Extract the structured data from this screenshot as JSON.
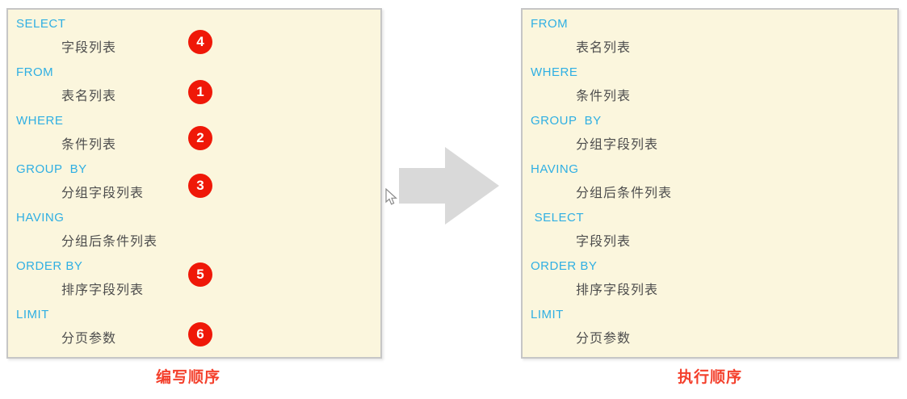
{
  "left_panel": {
    "caption": "编写顺序",
    "items": [
      {
        "keyword": "SELECT",
        "description": "字段列表",
        "badge": "4"
      },
      {
        "keyword": "FROM",
        "description": "表名列表",
        "badge": "1"
      },
      {
        "keyword": "WHERE",
        "description": "条件列表",
        "badge": "2"
      },
      {
        "keyword": "GROUP  BY",
        "description": "分组字段列表",
        "badge": "3"
      },
      {
        "keyword": "HAVING",
        "description": "分组后条件列表",
        "badge": ""
      },
      {
        "keyword": "ORDER BY",
        "description": "排序字段列表",
        "badge": "5"
      },
      {
        "keyword": "LIMIT",
        "description": "分页参数",
        "badge": "6"
      }
    ]
  },
  "right_panel": {
    "caption": "执行顺序",
    "items": [
      {
        "keyword": "FROM",
        "description": "表名列表"
      },
      {
        "keyword": "WHERE",
        "description": "条件列表"
      },
      {
        "keyword": "GROUP  BY",
        "description": "分组字段列表"
      },
      {
        "keyword": "HAVING",
        "description": "分组后条件列表"
      },
      {
        "keyword": " SELECT",
        "description": "字段列表"
      },
      {
        "keyword": "ORDER BY",
        "description": "排序字段列表"
      },
      {
        "keyword": "LIMIT",
        "description": "分页参数"
      }
    ]
  },
  "icons": {
    "arrow": "right-block-arrow",
    "cursor": "mouse-pointer"
  },
  "colors": {
    "panel_background": "#FBF6DD",
    "panel_border": "#C6C6C6",
    "keyword": "#2FAFE3",
    "description": "#4D4D4D",
    "badge_background": "#EF1808",
    "badge_text": "#FFFFFF",
    "caption": "#F4402C",
    "arrow": "#D9D9D9"
  }
}
